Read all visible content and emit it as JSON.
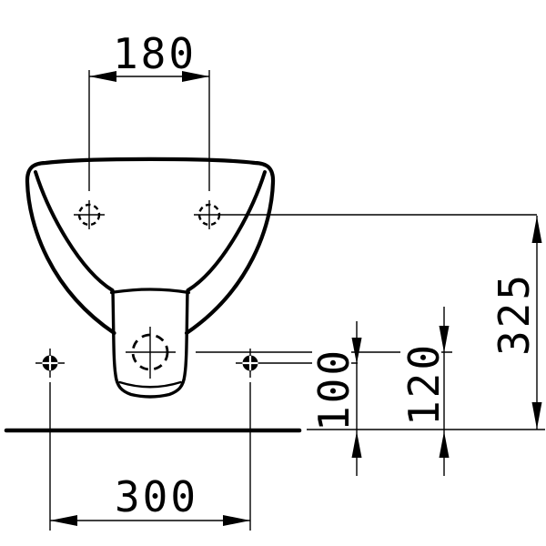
{
  "drawing": {
    "background_color": "#ffffff",
    "line_color": "#000000",
    "view": "front",
    "labels": {
      "top_hole_spacing": "180",
      "mounting_height": "325",
      "drain_height": "120",
      "side_hole_height": "100",
      "side_hole_spacing": "300"
    }
  }
}
